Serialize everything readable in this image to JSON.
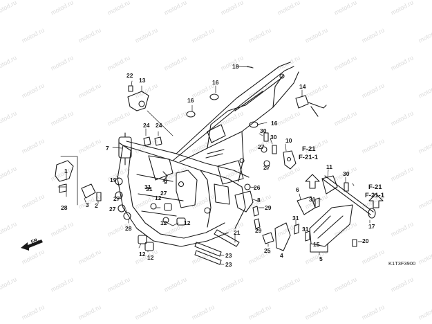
{
  "watermark": "motod.ru",
  "diagram_code": "K1T3F3900",
  "front_label": "FR.",
  "ref_blocks": [
    {
      "line1": "F-21",
      "line2": "F-21-1"
    },
    {
      "line1": "F-21",
      "line2": "F-21-1"
    }
  ],
  "callouts": [
    "18",
    "13",
    "22",
    "14",
    "16",
    "16",
    "16",
    "24",
    "24",
    "7",
    "30",
    "30",
    "10",
    "27",
    "27",
    "1",
    "28",
    "3",
    "2",
    "19",
    "27",
    "31",
    "9",
    "27",
    "12",
    "26",
    "8",
    "12",
    "12",
    "29",
    "6",
    "11",
    "30",
    "31",
    "31",
    "21",
    "25",
    "23",
    "23",
    "12",
    "12",
    "4",
    "15",
    "5",
    "17",
    "20",
    "27",
    "31",
    "29",
    "28",
    "31"
  ]
}
